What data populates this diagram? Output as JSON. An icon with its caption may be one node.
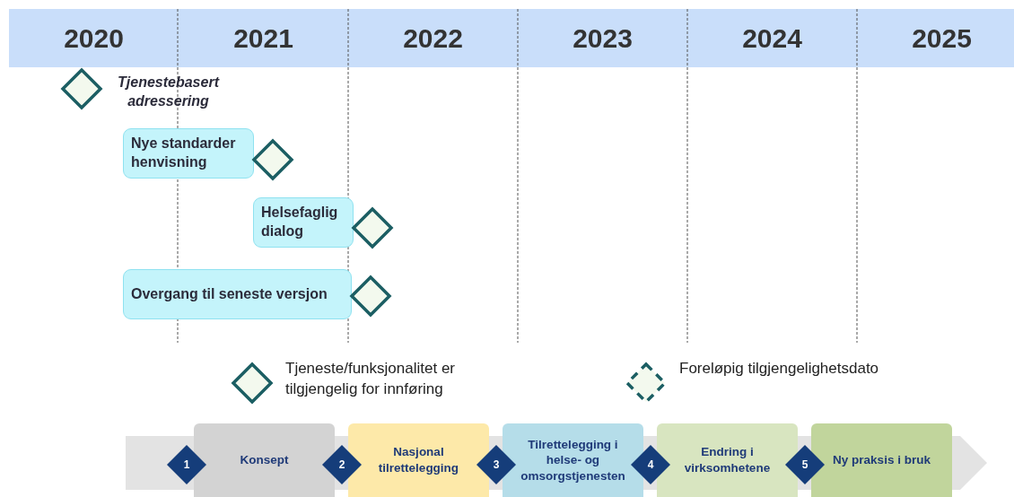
{
  "diagram": {
    "nodes": [
      {
        "text": [
          "Nye standarder henvisning"
        ]
      },
      {
        "text": [
          "Helsefaglig dialog"
        ]
      },
      {
        "text": [
          "Overgang til seneste versjon"
        ]
      },
      {
        "text": [
          "Konsept"
        ]
      },
      {
        "text": [
          "Nasjonal tilrettelegging"
        ]
      },
      {
        "text": [
          "Tilrettelegging i helse- og omsorgstjenesten"
        ]
      },
      {
        "text": [
          "Endring i virksomhetene"
        ]
      },
      {
        "text": [
          "Ny praksis i bruk"
        ]
      },
      {
        "text": [
          "1"
        ]
      },
      {
        "text": [
          "2"
        ]
      },
      {
        "text": [
          "3"
        ]
      },
      {
        "text": [
          "4"
        ]
      },
      {
        "text": [
          "5"
        ]
      }
    ],
    "edges": [],
    "labels": [
      "2020",
      "2021",
      "2022",
      "2023",
      "2024",
      "2025",
      "Tjenestebasert adressering"
    ],
    "legend": [
      {
        "text": "Tjeneste/funksjonalitet er tilgjengelig for innføring"
      },
      {
        "text": "Foreløpig tilgjengelighetsdato"
      }
    ]
  }
}
